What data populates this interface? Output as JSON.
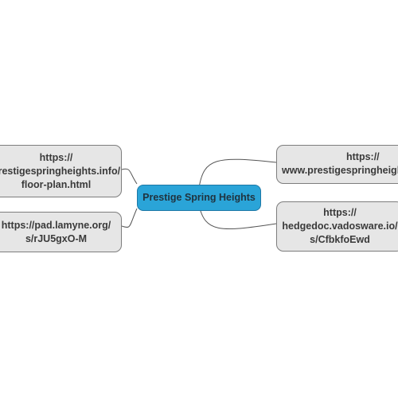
{
  "mindmap": {
    "central": {
      "label": "Prestige Spring Heights",
      "color": "#2aa4d8"
    },
    "topics": [
      {
        "id": "topic-left-top",
        "label": "https://\nprestigespringheights.info/\nfloor-plan.html"
      },
      {
        "id": "topic-left-bottom",
        "label": "https://pad.lamyne.org/\ns/rJU5gxO-M"
      },
      {
        "id": "topic-right-top",
        "label": "https://\nwww.prestigespringheights"
      },
      {
        "id": "topic-right-bottom",
        "label": "https://\nhedgedoc.vadosware.io/\ns/CfbkfoEwd"
      }
    ],
    "colors": {
      "topic_fill": "#e6e6e6",
      "topic_border": "#7d7d7d",
      "connector": "#555555"
    }
  }
}
